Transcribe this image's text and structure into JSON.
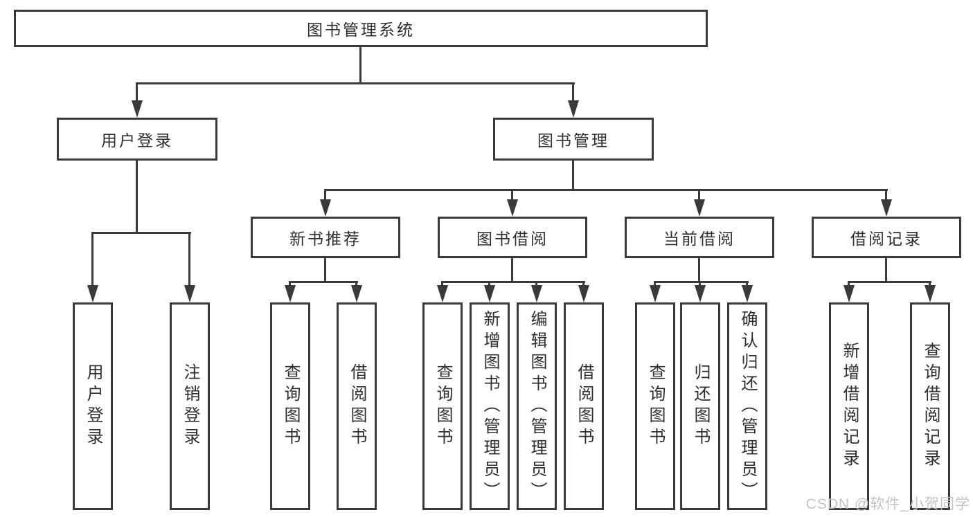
{
  "diagram": {
    "root": {
      "label": "图书管理系统"
    },
    "branches": {
      "user_login": {
        "label": "用户登录",
        "children": [
          "用户登录",
          "注销登录"
        ]
      },
      "book_management": {
        "label": "图书管理",
        "sections": {
          "new_books": {
            "label": "新书推荐",
            "children": [
              "查询图书",
              "借阅图书"
            ]
          },
          "book_borrow": {
            "label": "图书借阅",
            "children": [
              "查询图书",
              "新增图书（管理员）",
              "编辑图书（管理员）",
              "借阅图书"
            ]
          },
          "current_borrow": {
            "label": "当前借阅",
            "children": [
              "查询图书",
              "归还图书",
              "确认归还（管理员）"
            ]
          },
          "borrow_records": {
            "label": "借阅记录",
            "children": [
              "新增借阅记录",
              "查询借阅记录"
            ]
          }
        }
      }
    }
  },
  "watermark": {
    "text": "CSDN @软件_小贺同学"
  },
  "colors": {
    "line": "#3a3a3a",
    "text": "#2e2e2e",
    "background": "#ffffff",
    "watermark": "#c4c4c4"
  }
}
